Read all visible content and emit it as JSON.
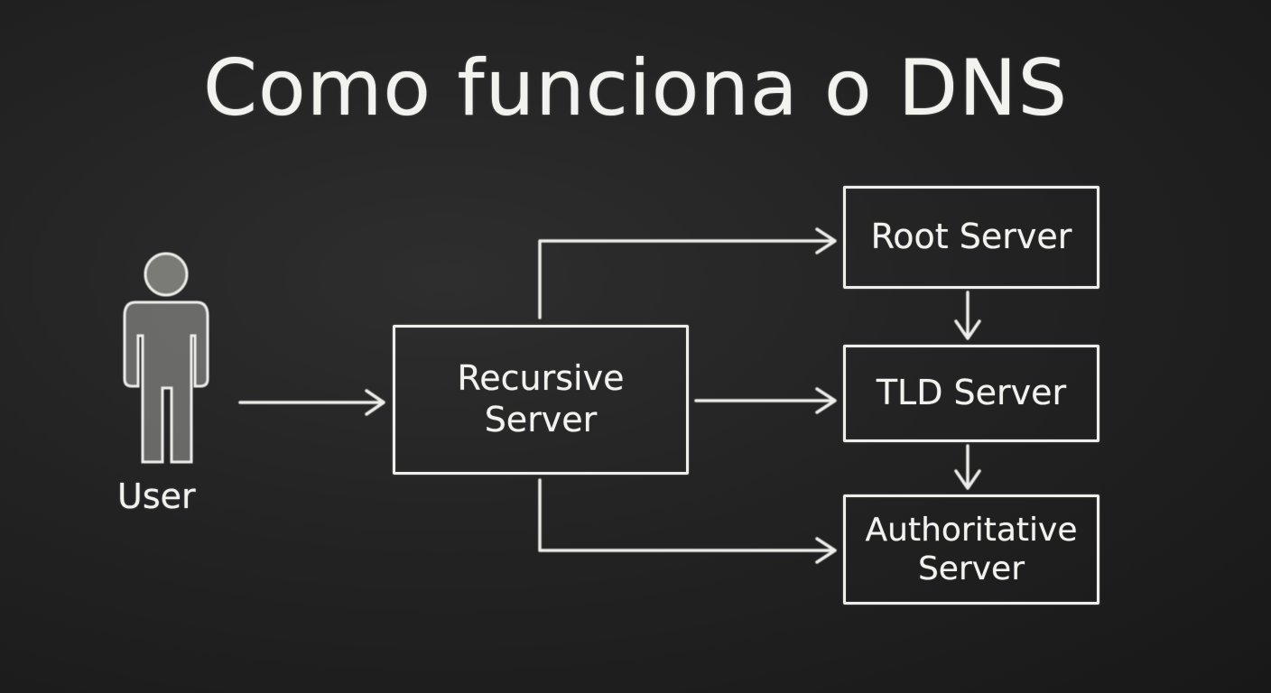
{
  "title": "Como funciona o DNS",
  "user": {
    "label": "User"
  },
  "nodes": {
    "recursive": "Recursive\nServer",
    "root": "Root Server",
    "tld": "TLD Server",
    "authoritative": "Authoritative\nServer"
  },
  "colors": {
    "background": "#232323",
    "chalk": "#f2f2ee"
  }
}
